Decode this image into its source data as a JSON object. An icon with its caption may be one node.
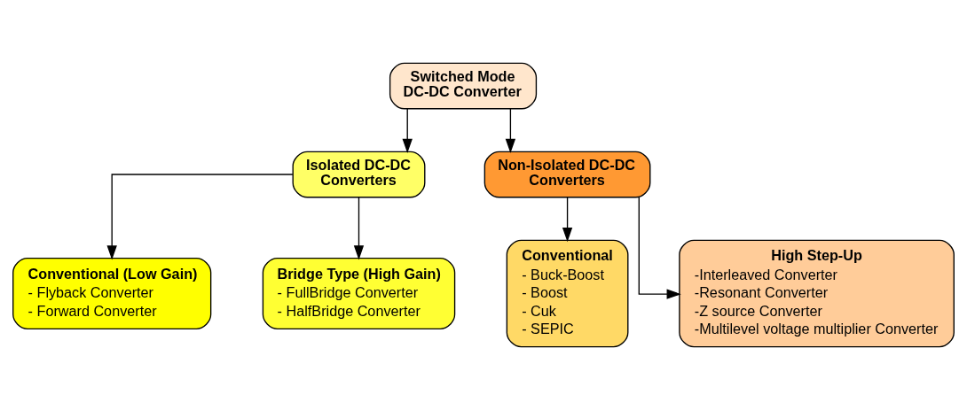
{
  "diagram": {
    "nodes": [
      {
        "text": [
          "Switched Mode DC-DC Converter"
        ]
      },
      {
        "text": [
          "Isolated DC-DC Converters"
        ]
      },
      {
        "text": [
          "Non-Isolated DC-DC Converters"
        ]
      },
      {
        "text": [
          "Conventional (Low Gain)",
          "- Flyback Converter",
          "- Forward Converter"
        ]
      },
      {
        "text": [
          "Bridge Type (High Gain)",
          "- FullBridge Converter",
          "- HalfBridge Converter"
        ]
      },
      {
        "text": [
          "Conventional",
          "- Buck-Boost",
          "- Boost",
          "- Cuk",
          "- SEPIC"
        ]
      },
      {
        "text": [
          "High Step-Up",
          "-Interleaved Converter",
          "-Resonant Converter",
          "-Z source Converter",
          "-Multilevel voltage multiplier Converter"
        ]
      }
    ],
    "edges": [
      {
        "from": 0,
        "to": 1,
        "arrow": "to"
      },
      {
        "from": 0,
        "to": 2,
        "arrow": "to"
      },
      {
        "from": 1,
        "to": 3,
        "arrow": "to"
      },
      {
        "from": 1,
        "to": 4,
        "arrow": "to"
      },
      {
        "from": 2,
        "to": 5,
        "arrow": "to"
      },
      {
        "from": 2,
        "to": 6,
        "arrow": "to"
      }
    ]
  }
}
